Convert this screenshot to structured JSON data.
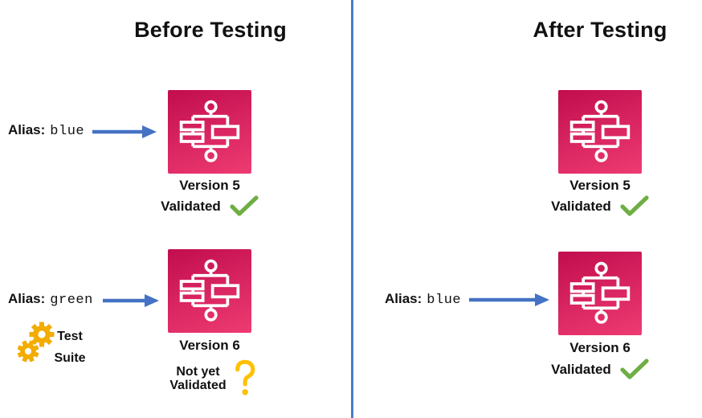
{
  "colors": {
    "icon_gradient_top": "#c20d4e",
    "icon_gradient_bottom": "#ee3b72",
    "arrow_blue": "#4472c4",
    "divider_blue": "#4a7cc7",
    "check_green": "#6fae44",
    "question_gold": "#ffc000",
    "gear_gold": "#f3ac00",
    "text_black": "#111111"
  },
  "left": {
    "title": "Before Testing",
    "alias_top": {
      "label": "Alias:",
      "value": "blue"
    },
    "alias_bottom": {
      "label": "Alias:",
      "value": "green"
    },
    "test_suite": {
      "line1": "Test",
      "line2": "Suite"
    },
    "top_node": {
      "version": "Version 5",
      "status": "Validated"
    },
    "bottom_node": {
      "version": "Version 6",
      "status_line1": "Not yet",
      "status_line2": "Validated"
    }
  },
  "right": {
    "title": "After Testing",
    "alias_bottom": {
      "label": "Alias:",
      "value": "blue"
    },
    "top_node": {
      "version": "Version 5",
      "status": "Validated"
    },
    "bottom_node": {
      "version": "Version 6",
      "status": "Validated"
    }
  },
  "icons": {
    "workflow": "step-functions-workflow",
    "check": "✓",
    "question": "?",
    "gears": "⚙⚙",
    "arrow": "→"
  }
}
